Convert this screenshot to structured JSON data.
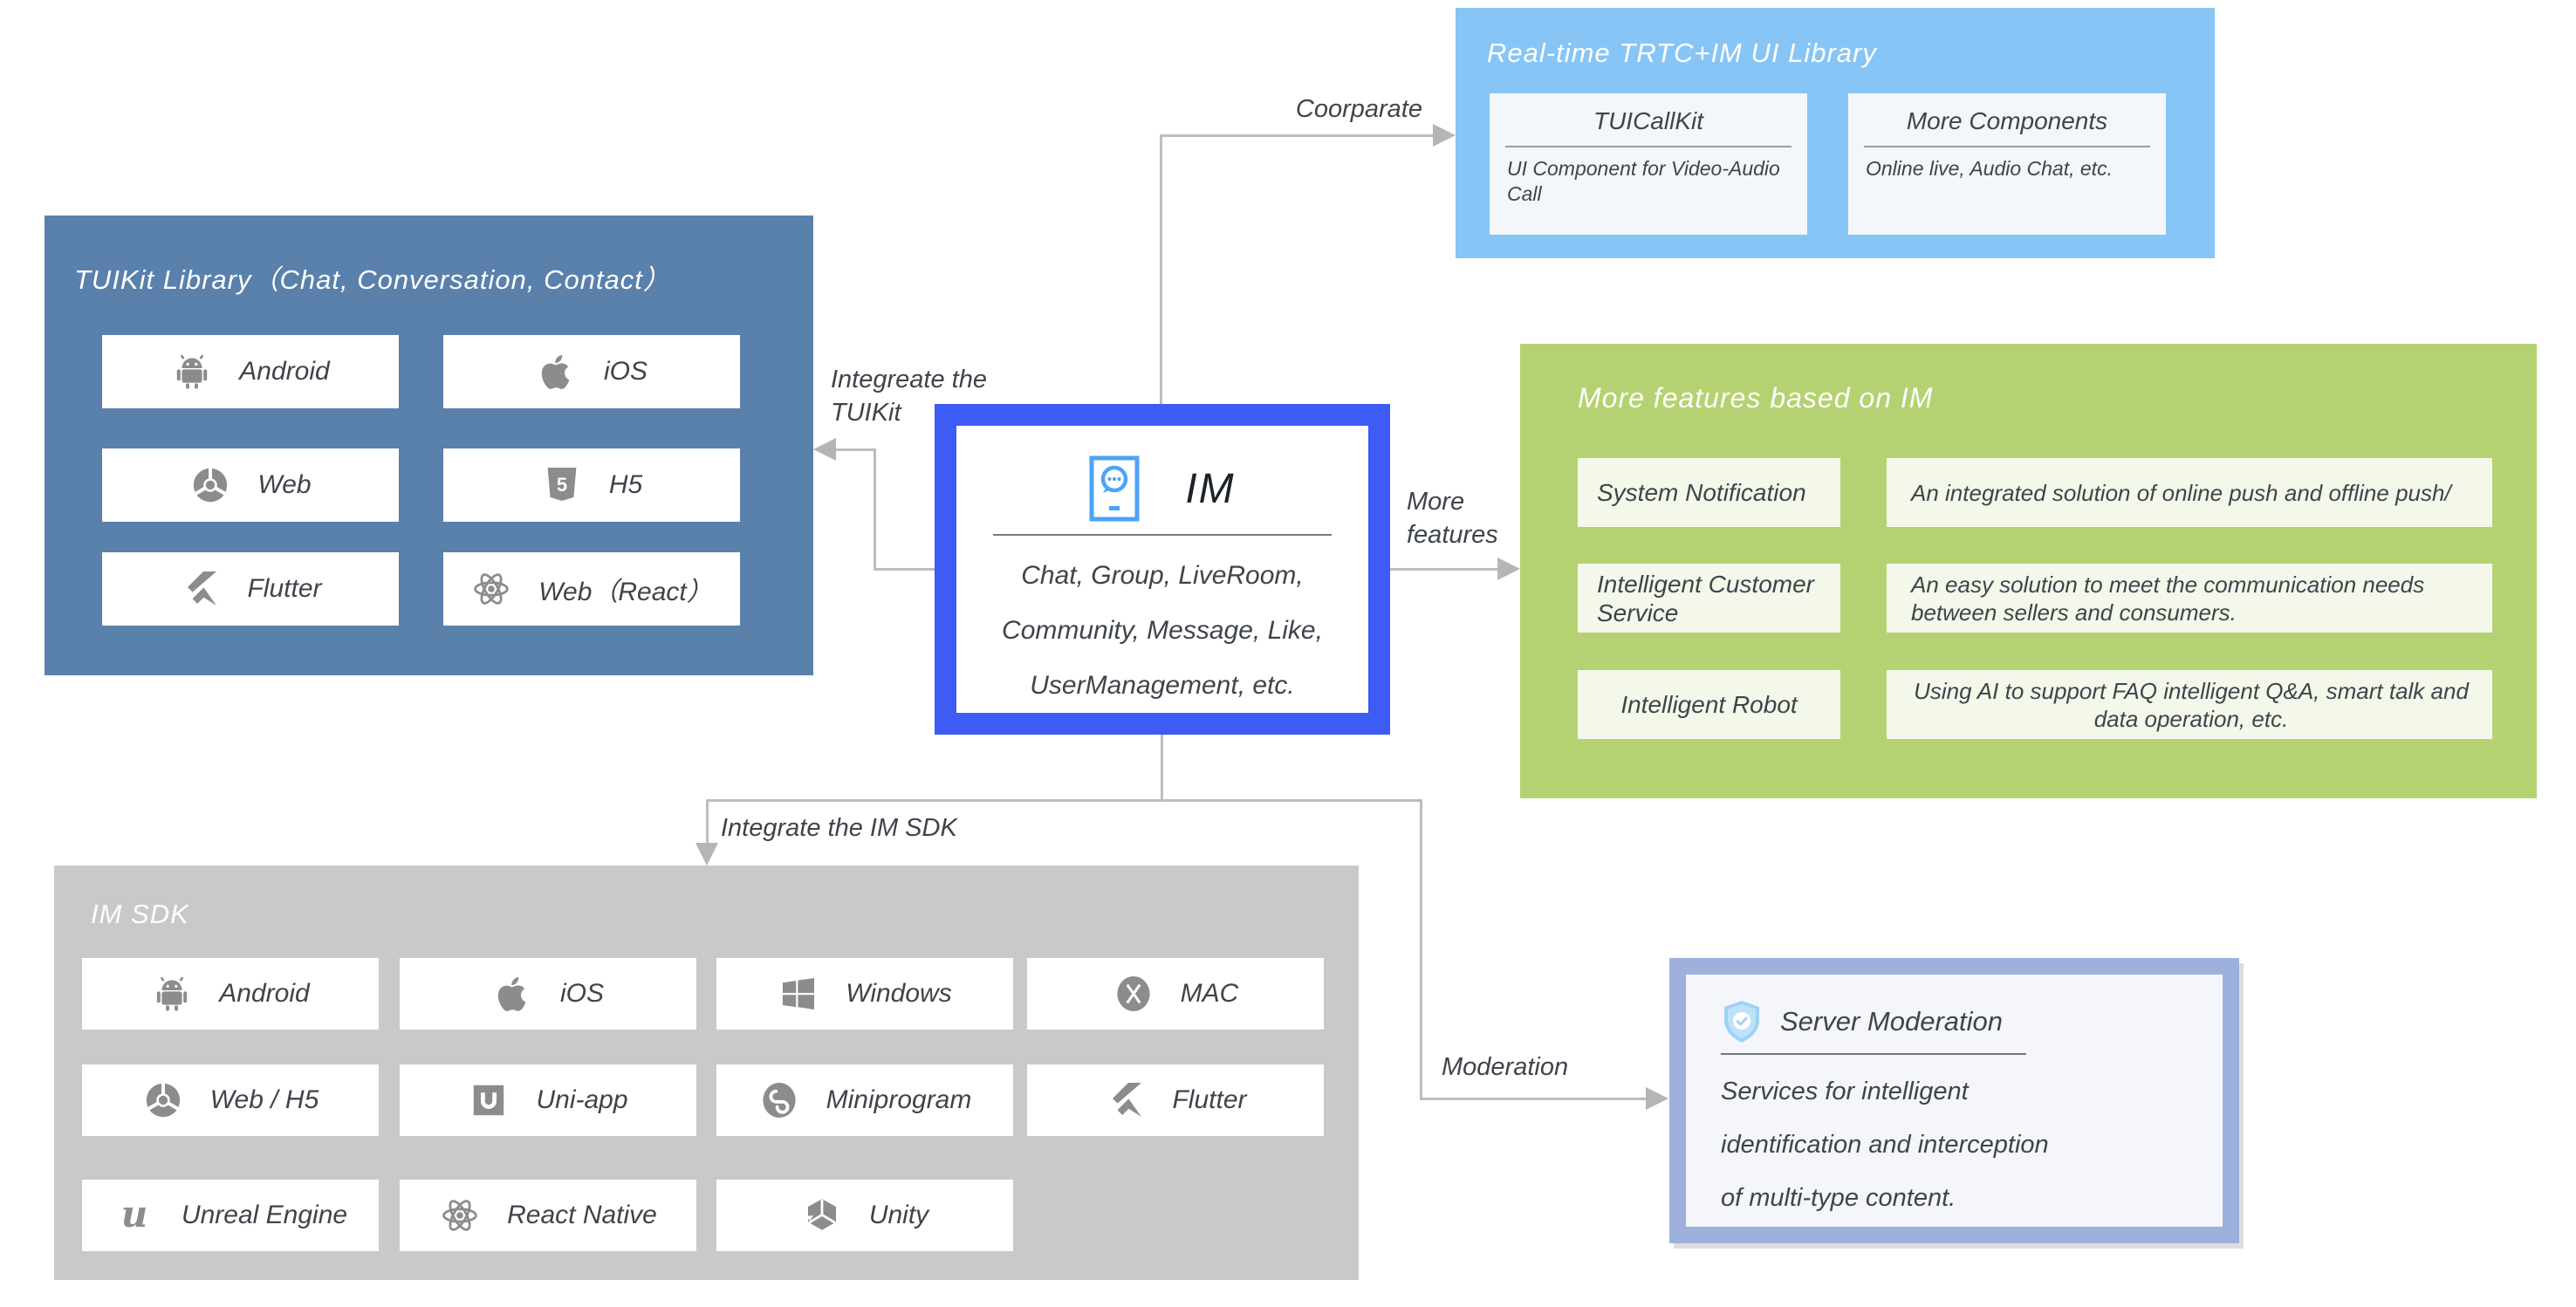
{
  "colors": {
    "trtc_box_bg": "#86C5F5",
    "tuikit_box_bg": "#5A80AC",
    "im_border_blue": "#3D5BF5",
    "features_box_bg": "#B5D272",
    "features_card_bg": "#F4F8EA",
    "imsdk_box_bg": "#C9C9C9",
    "moderation_border": "#9DB1DC",
    "moderation_inner_bg": "#F5F6FB",
    "trtc_card_bg": "#F3F7FB",
    "platform_card_bg": "#FFFFFF",
    "arrow_gray": "#BDBDBD",
    "icon_gray": "#8C8C8C",
    "im_icon_blue": "#4DA3F7",
    "shield_blue": "#9FD1F6",
    "text_dark": "#3F444B"
  },
  "trtc_box": {
    "title": "Real-time TRTC+IM UI Library",
    "cards": [
      {
        "title": "TUICallKit",
        "desc": "UI Component for Video-Audio Call"
      },
      {
        "title": "More Components",
        "desc": "Online live, Audio Chat, etc."
      }
    ]
  },
  "tuikit_box": {
    "title": "TUIKit Library（Chat, Conversation, Contact）",
    "platforms": [
      {
        "label": "Android",
        "icon": "android-icon"
      },
      {
        "label": "iOS",
        "icon": "apple-icon"
      },
      {
        "label": "Web",
        "icon": "chrome-icon"
      },
      {
        "label": "H5",
        "icon": "html5-icon"
      },
      {
        "label": "Flutter",
        "icon": "flutter-icon"
      },
      {
        "label": "Web（React）",
        "icon": "react-icon"
      }
    ]
  },
  "im_box": {
    "title": "IM",
    "icon": "im-chat-phone-icon",
    "desc_lines": {
      "0": "Chat, Group, LiveRoom,",
      "1": "Community, Message, Like,",
      "2": "UserManagement, etc."
    }
  },
  "features_box": {
    "title": "More features based on IM",
    "rows": [
      {
        "label": "System Notification",
        "desc": "An integrated solution of online push and offline push/"
      },
      {
        "label": "Intelligent Customer Service",
        "desc": "An easy solution to meet the communication needs between sellers and consumers."
      },
      {
        "label": "Intelligent Robot",
        "desc": "Using AI to support FAQ intelligent Q&A, smart talk and data operation, etc."
      }
    ]
  },
  "imsdk_box": {
    "title": "IM SDK",
    "platforms": [
      {
        "label": "Android",
        "icon": "android-icon"
      },
      {
        "label": "iOS",
        "icon": "apple-icon"
      },
      {
        "label": "Windows",
        "icon": "windows-icon"
      },
      {
        "label": "MAC",
        "icon": "mac-icon"
      },
      {
        "label": "Web / H5",
        "icon": "chrome-icon"
      },
      {
        "label": "Uni-app",
        "icon": "uniapp-icon"
      },
      {
        "label": "Miniprogram",
        "icon": "miniprogram-icon"
      },
      {
        "label": "Flutter",
        "icon": "flutter-icon"
      },
      {
        "label": "Unreal Engine",
        "icon": "unreal-icon"
      },
      {
        "label": "React Native",
        "icon": "react-icon"
      },
      {
        "label": "Unity",
        "icon": "unity-icon"
      }
    ]
  },
  "moderation_box": {
    "title": "Server Moderation",
    "icon": "shield-check-icon",
    "desc_lines": {
      "0": "Services for intelligent",
      "1": "identification and interception",
      "2": "of multi-type content."
    }
  },
  "arrows": {
    "coorparate_label": "Coorparate",
    "integrate_tuikit_line1": "Integreate the",
    "integrate_tuikit_line2": "TUIKit",
    "more_features_line1": "More",
    "more_features_line2": "features",
    "integrate_imsdk_label": "Integrate the IM SDK",
    "moderation_label": "Moderation"
  }
}
